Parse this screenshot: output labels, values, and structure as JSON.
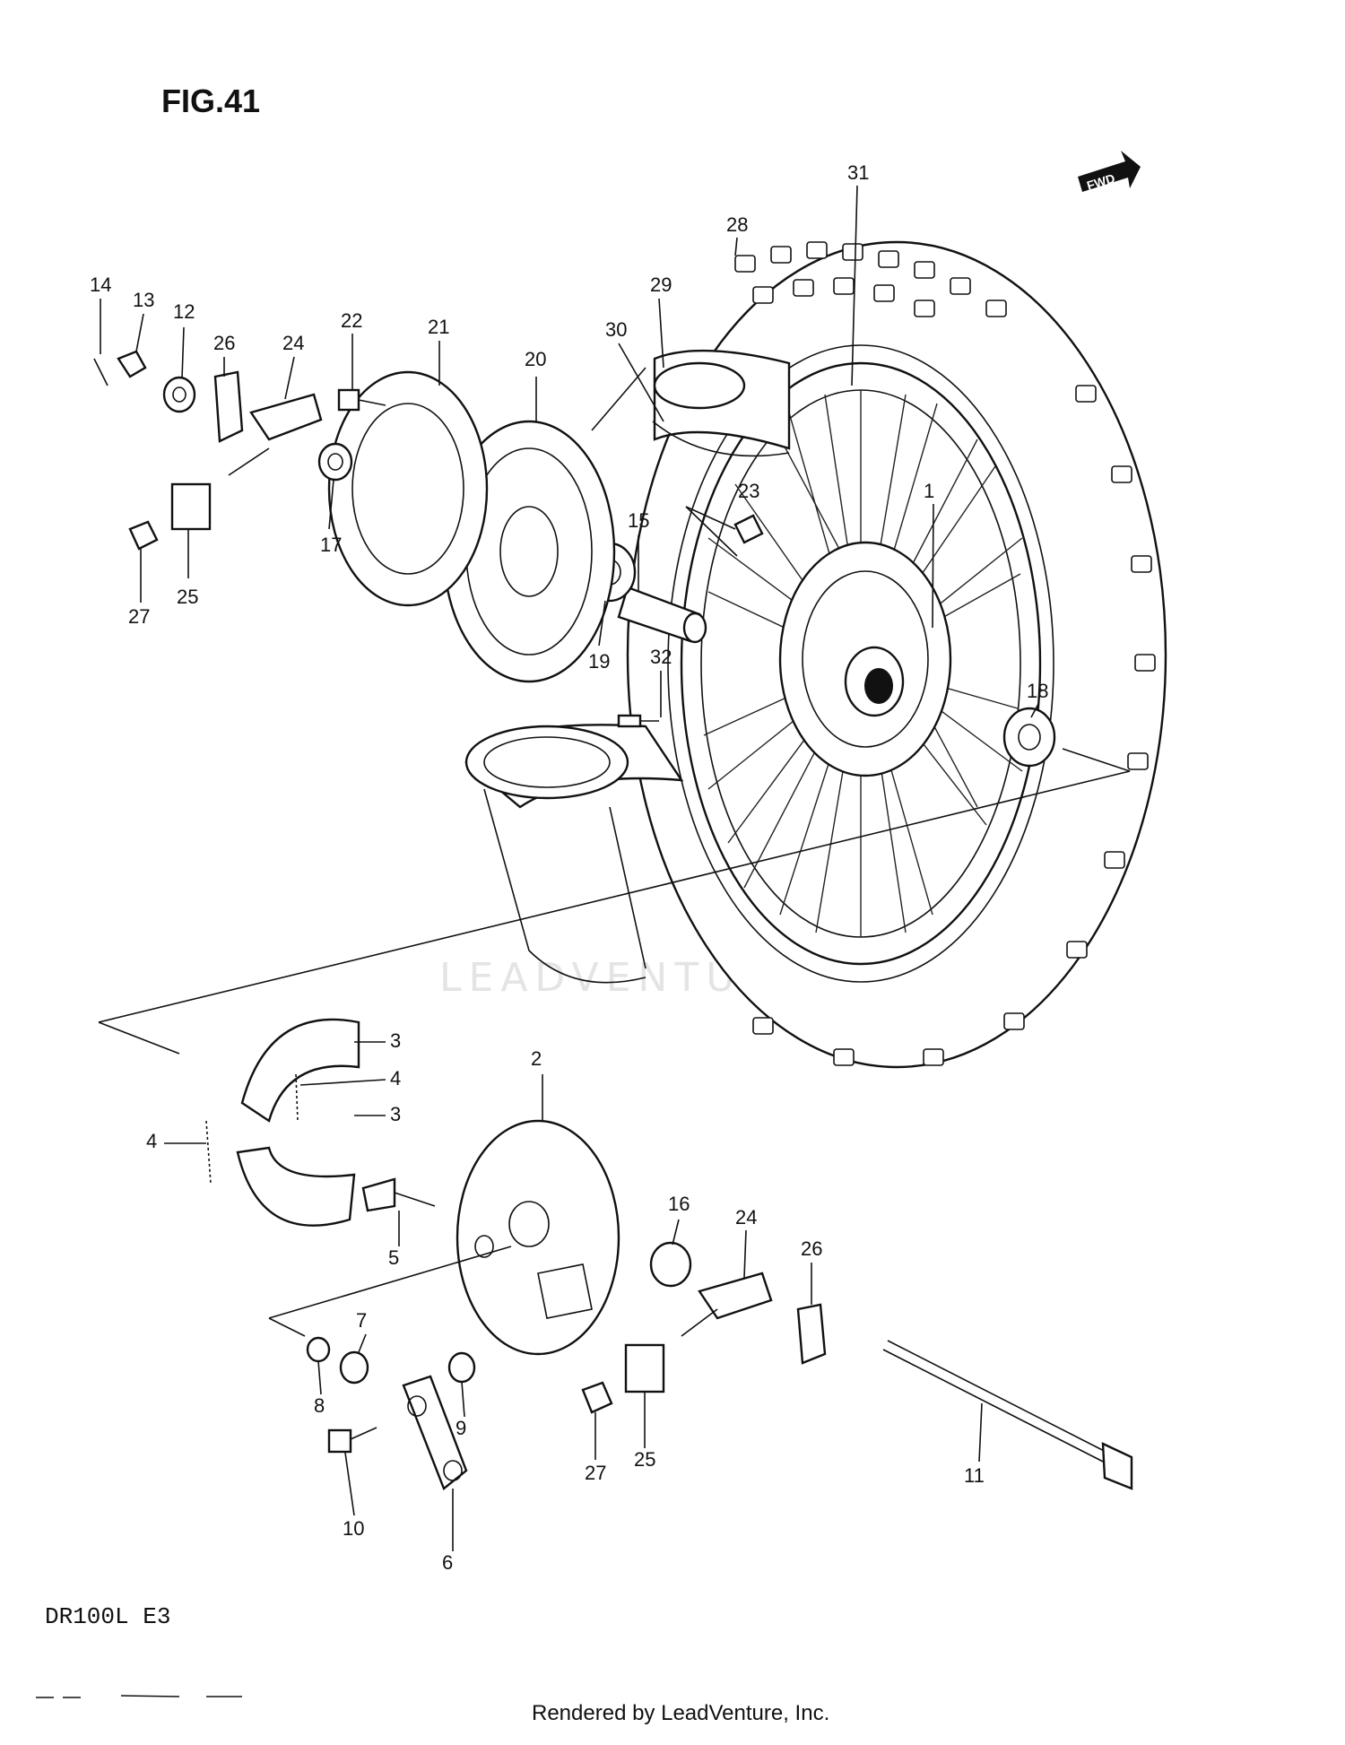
{
  "figure": {
    "title": "FIG.41",
    "model": "DR100L  E3",
    "fwd_badge": "FWD",
    "footer": "Rendered by LeadVenture, Inc.",
    "watermark": "LEADVENTURE"
  },
  "callouts": [
    "1",
    "2",
    "3",
    "3",
    "4",
    "4",
    "5",
    "6",
    "7",
    "8",
    "9",
    "10",
    "11",
    "12",
    "13",
    "14",
    "15",
    "16",
    "17",
    "18",
    "19",
    "20",
    "21",
    "22",
    "23",
    "24",
    "24",
    "25",
    "25",
    "26",
    "26",
    "27",
    "27",
    "28",
    "29",
    "30",
    "31",
    "32"
  ]
}
